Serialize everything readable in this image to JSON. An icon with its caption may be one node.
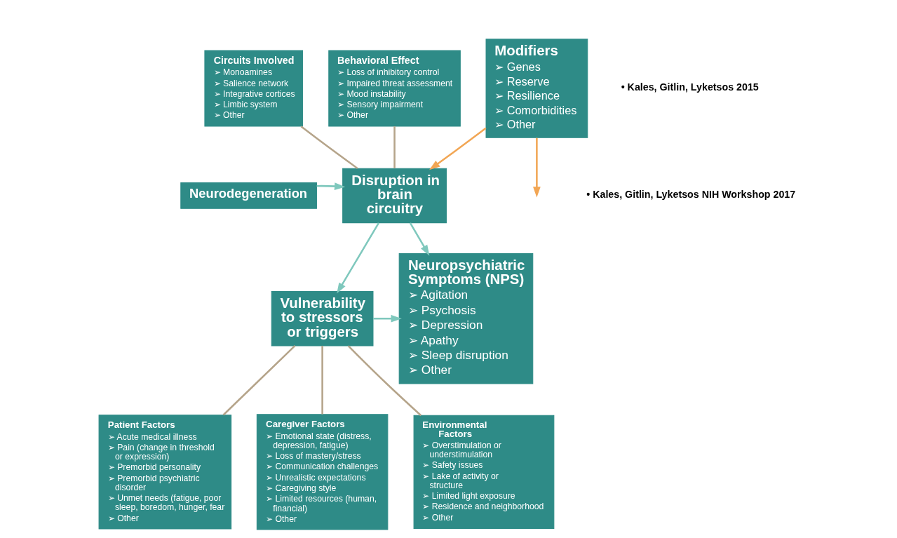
{
  "diagram": {
    "nodes": [
      {
        "text": [
          "Modifiers",
          "➢ Genes",
          "➢ Reserve",
          "➢ Resilience",
          "➢ Comorbidities",
          "➢ Other"
        ]
      },
      {
        "text": [
          "Circuits Involved",
          "➢ Monoamines",
          "➢ Salience network",
          "➢ Integrative cortices",
          "➢ Limbic system",
          "➢ Other"
        ]
      },
      {
        "text": [
          "Behavioral Effect",
          "➢ Loss of inhibitory control",
          "➢ Impaired threat assessment",
          "➢ Mood instability",
          "➢ Sensory impairment",
          "➢ Other"
        ]
      },
      {
        "text": [
          "Disruption in brain circuitry"
        ]
      },
      {
        "text": [
          "Neurodegeneration"
        ]
      },
      {
        "text": [
          "Vulnerability to stressors or triggers"
        ]
      },
      {
        "text": [
          "Neuropsychiatric Symptoms (NPS)",
          "➢ Agitation",
          "➢ Psychosis",
          "➢ Depression",
          "➢ Apathy",
          "➢ Sleep disruption",
          "➢ Other"
        ]
      },
      {
        "text": [
          "Patient Factors",
          "➢ Acute medical illness",
          "➢ Pain (change in threshold or expression)",
          "➢ Premorbid personality",
          "➢ Premorbid psychiatric disorder",
          "➢ Unmet needs (fatigue, poor sleep, boredom, hunger, fear",
          "➢ Other"
        ]
      },
      {
        "text": [
          "Caregiver Factors",
          "➢ Emotional state (distress, depression, fatigue)",
          "➢ Loss of mastery/stress",
          "➢ Communication challenges",
          "➢ Unrealistic expectations",
          "➢ Caregiving style",
          "➢ Limited resources (human, financial)",
          "➢ Other"
        ]
      },
      {
        "text": [
          "Environmental Factors",
          "➢ Overstimulation or understimulation",
          "➢ Safety issues",
          "➢ Lake of activity or structure",
          "➢ Limited light exposure",
          "➢ Residence and neighborhood",
          "➢ Other"
        ]
      }
    ],
    "edges": [
      {
        "from": 1,
        "to": 3,
        "arrow": "none",
        "color": "#b5a48a"
      },
      {
        "from": 2,
        "to": 3,
        "arrow": "none",
        "color": "#b5a48a"
      },
      {
        "from": 0,
        "to": 3,
        "arrow": "to",
        "color": "#f2a654"
      },
      {
        "from": 0,
        "to": null,
        "arrow": "to",
        "color": "#f2a654"
      },
      {
        "from": 4,
        "to": 3,
        "arrow": "to",
        "color": "#7fc8bd"
      },
      {
        "from": 3,
        "to": 5,
        "arrow": "to",
        "color": "#7fc8bd"
      },
      {
        "from": 3,
        "to": 6,
        "arrow": "to",
        "color": "#7fc8bd"
      },
      {
        "from": 5,
        "to": 6,
        "arrow": "to",
        "color": "#7fc8bd"
      },
      {
        "from": 5,
        "to": 7,
        "arrow": "none",
        "color": "#b5a48a"
      },
      {
        "from": 5,
        "to": 8,
        "arrow": "none",
        "color": "#b5a48a"
      },
      {
        "from": 5,
        "to": 9,
        "arrow": "none",
        "color": "#b5a48a"
      }
    ],
    "labels": [
      "• Kales, Gitlin, Lyketsos 2015",
      "• Kales, Gitlin, Lyketsos NIH Workshop 2017"
    ]
  }
}
